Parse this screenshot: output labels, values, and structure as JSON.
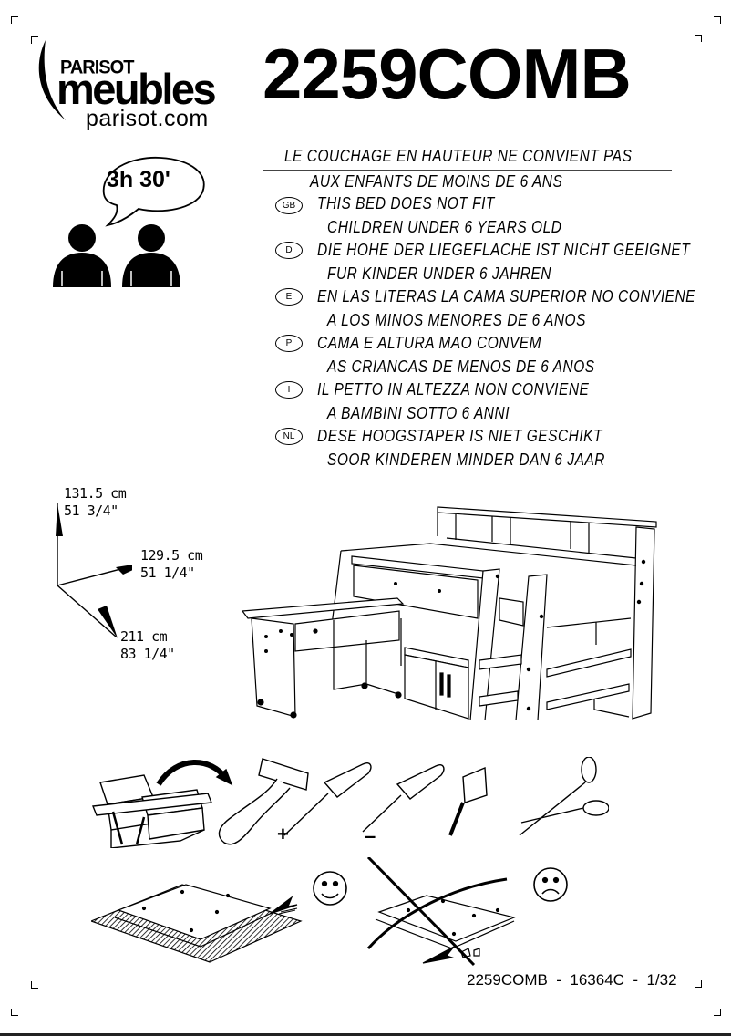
{
  "header": {
    "brand_top": "PARISOT",
    "brand_main": "meubles",
    "brand_url": "parisot.com",
    "model_code": "2259COMB"
  },
  "assembly": {
    "time_label": "3h 30'",
    "people_count": 2
  },
  "warning": {
    "fr_line1": "LE COUCHAGE EN HAUTEUR NE CONVIENT PAS",
    "fr_line2": "AUX ENFANTS DE MOINS DE 6 ANS",
    "languages": [
      {
        "code": "GB",
        "line1": "THIS BED DOES NOT FIT",
        "line2": "CHILDREN UNDER 6 YEARS OLD"
      },
      {
        "code": "D",
        "line1": "DIE HOHE DER LIEGEFLACHE IST NICHT GEEIGNET",
        "line2": "FUR KINDER UNDER 6 JAHREN"
      },
      {
        "code": "E",
        "line1": "EN LAS LITERAS LA CAMA SUPERIOR NO CONVIENE",
        "line2": "A LOS MINOS MENORES DE 6 ANOS"
      },
      {
        "code": "P",
        "line1": "CAMA E ALTURA MAO CONVEM",
        "line2": "AS CRIANCAS DE MENOS DE 6 ANOS"
      },
      {
        "code": "I",
        "line1": "IL PETTO IN ALTEZZA NON CONVIENE",
        "line2": "A BAMBINI SOTTO 6 ANNI"
      },
      {
        "code": "NL",
        "line1": "DESE HOOGSTAPER IS NIET GESCHIKT",
        "line2": "SOOR KINDEREN MINDER DAN 6 JAAR"
      }
    ]
  },
  "dimensions": {
    "height_cm": "131.5 cm",
    "height_in": "51 3/4\"",
    "depth_cm": "129.5 cm",
    "depth_in": "51 1/4\"",
    "width_cm": "211 cm",
    "width_in": "83 1/4\""
  },
  "tools": {
    "items": [
      "toolbox",
      "hammer",
      "phillips-screwdriver",
      "flat-screwdriver",
      "tape-measure",
      "scissors"
    ],
    "phillips_sign": "+",
    "flat_sign": "–"
  },
  "guidance": {
    "good": "assemble on soft surface",
    "bad": "do not assemble on hard floor"
  },
  "footer": {
    "code": "2259COMB  -  16364C  -  1/32"
  }
}
